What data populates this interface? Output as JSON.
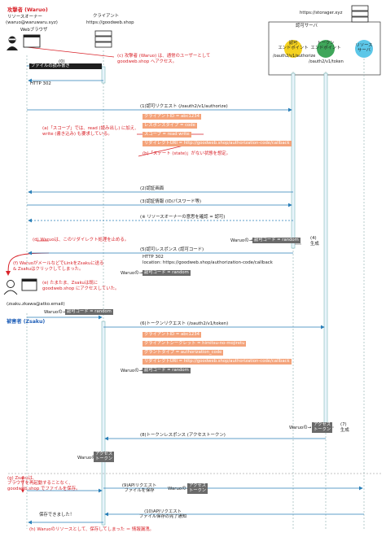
{
  "header": {
    "attacker_title": "攻撃者 (Waruo)",
    "resource_owner": "リソースオーナー",
    "owner_email": "(waruo@waruwaru.xyz)",
    "browser_label": "Webブラウザ",
    "client_label": "クライアント",
    "client_url": "https://goodweb.shop",
    "server_url": "https://storager.xyz",
    "auth_server": "認可サーバ",
    "auth_endpoint": "認可\nエンドポイント",
    "auth_endpoint_path": "/oauth2/v1/authorize",
    "token_endpoint": "トークン\nエンドポイント",
    "token_endpoint_path": "/oauth2/v1/token",
    "resource_server": "リソース\nサーバ"
  },
  "steps": {
    "s0": "(0)",
    "s0_box": "ファイルの読み書き",
    "note_c": "(c) 攻撃者 (Waruo) は、通常のユーザーとして\ngoodweb.shop へアクセス。",
    "http302_a": "HTTP 302",
    "s1": "(1)認可リクエスト (/oauth2/v1/authorize)",
    "s1_items": [
      "クライアントID = abc1234",
      "レスポンスタイプ = code",
      "スコープ = read write",
      "リダイレクトURI = http://goodweb.shop/authorization-code/callback"
    ],
    "note_a": "(a)「スコープ」では、read (読み出し) に加え、\nwrite (書き込み) も要求している。",
    "note_b": "(b)「ステート (state)」がない状態を想定。",
    "s2": "(2)認証画面",
    "s3": "(3)認証情報 (ID/パスワード等)",
    "s_consent": "(※ リソースオーナーの意思を確認 = 認可)",
    "note_d": "(d) Waruoは、このリダイレクト処理を止める。",
    "waruo_no": "Waruoの→",
    "auth_code": "認可コード = random",
    "s4": "(4)\n生成",
    "s5": "(5)認可レスポンス (認可コード)",
    "http302_b": "HTTP 302",
    "location": "location: https://goodweb.shop/authorization-code/callback",
    "note_f": "(f) WaruoがメールなどでLinkをZsakuに送る\n& ZsakuはクリックしてしまったDEL",
    "note_e": "(e) たまたま、Zsakuは既に\ngoodweb.shop にアクセスしていた。",
    "victim_email": "(zsaku.zkawa@atko.email)",
    "victim_title": "被害者 (Zsaku)",
    "s6": "(6)トークンリクエスト (/oauth2/v1/token)",
    "s6_items": [
      "クライアントID = abc1234",
      "クライアントシークレット = himitsu-no-mojiretu",
      "グラントタイプ = authorization_code",
      "リダイレクトURI = http://goodweb.shop/authorization-code/callback"
    ],
    "s7": "(7)\n生成",
    "access_token": "アクセス\nトークン",
    "s8": "(8)トークンレスポンス (アクセストークン)",
    "note_g": "(g) Zsakuは、\nブラウザを再起動することなく、\ngoodweb.shop でファイルを保存。",
    "s9": "(9)APIリクエスト\nファイルを保存",
    "s10": "(10)APIリクエスト\nファイル保存の完了通知",
    "saved": "保存できました！",
    "note_h": "(h) Waruoのリソースとして、保存してしまった ＝ 情報漏洩。"
  },
  "colors": {
    "red": "#d9232a",
    "blue": "#1f5fb8",
    "orange": "#f4a37a",
    "yellow": "#f5d21e",
    "green": "#3fa65a",
    "cyan": "#5cc7e8"
  }
}
